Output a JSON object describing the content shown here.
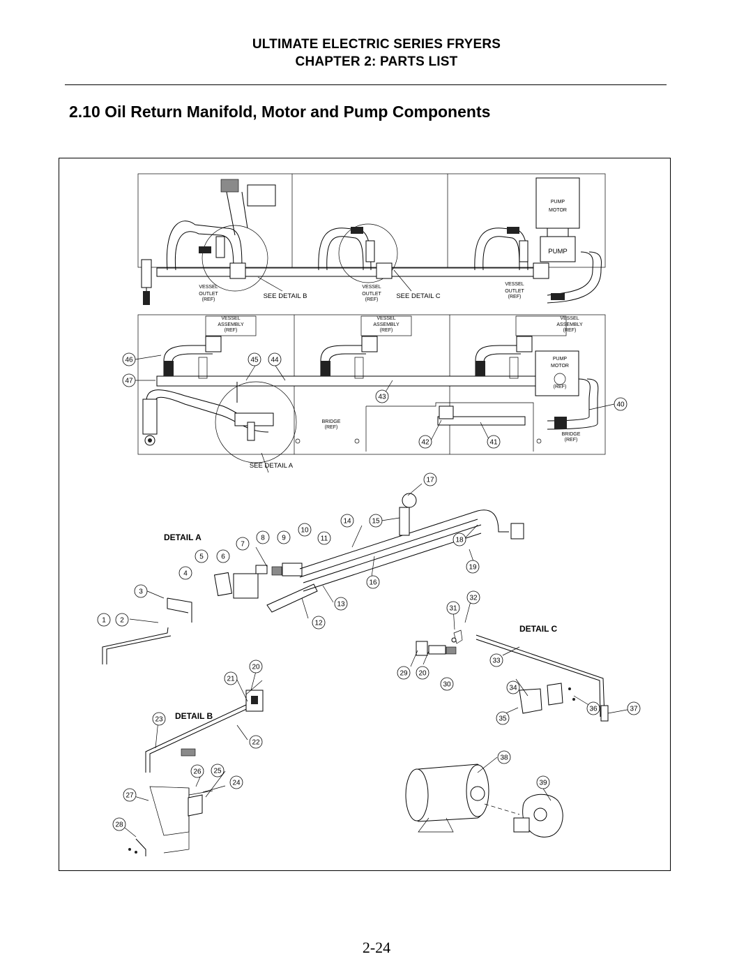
{
  "header": {
    "line1": "ULTIMATE ELECTRIC SERIES FRYERS",
    "line2": "CHAPTER 2:  PARTS LIST"
  },
  "section_title": "2.10  Oil Return Manifold, Motor and Pump Components",
  "figure": {
    "top_view": {
      "pump_motor": "PUMP\nMOTOR",
      "pump": "PUMP",
      "vessel_outlet": [
        "VESSEL",
        "OUTLET",
        "(REF)"
      ],
      "see_detail_b": "SEE DETAIL B",
      "see_detail_c": "SEE DETAIL C"
    },
    "front_view": {
      "vessel_assembly": [
        "VESSEL",
        "ASSEMBLY",
        "(REF)"
      ],
      "pump_motor_ref": [
        "PUMP",
        "MOTOR",
        "(REF)"
      ],
      "bridge_ref": [
        "BRIDGE",
        "(REF)"
      ],
      "see_detail_a": "SEE DETAIL A"
    },
    "detail_labels": {
      "a": "DETAIL A",
      "b": "DETAIL B",
      "c": "DETAIL C"
    },
    "callouts": [
      "1",
      "2",
      "3",
      "4",
      "5",
      "6",
      "7",
      "8",
      "9",
      "10",
      "11",
      "12",
      "13",
      "14",
      "15",
      "16",
      "17",
      "18",
      "19",
      "20",
      "20",
      "21",
      "22",
      "23",
      "24",
      "25",
      "26",
      "27",
      "28",
      "29",
      "30",
      "31",
      "32",
      "33",
      "34",
      "35",
      "36",
      "37",
      "38",
      "39",
      "40",
      "41",
      "42",
      "43",
      "44",
      "45",
      "46",
      "47"
    ]
  },
  "page_number": "2-24"
}
